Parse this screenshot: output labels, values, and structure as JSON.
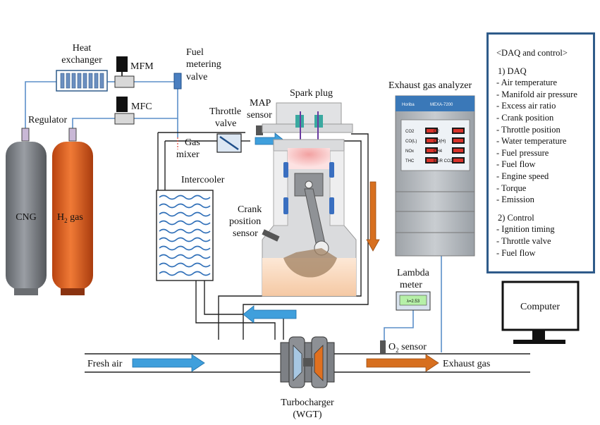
{
  "labels": {
    "heat_exchanger_line1": "Heat",
    "heat_exchanger_line2": "exchanger",
    "mfm": "MFM",
    "mfc": "MFC",
    "fuel_metering_line1": "Fuel",
    "fuel_metering_line2": "metering",
    "fuel_metering_line3": "valve",
    "regulator": "Regulator",
    "cng": "CNG",
    "h2_gas_main": "H",
    "h2_gas_sub": "2",
    "h2_gas_rest": " gas",
    "throttle_line1": "Throttle",
    "throttle_line2": "valve",
    "map_line1": "MAP",
    "map_line2": "sensor",
    "spark_plug": "Spark plug",
    "gas_mixer_line1": "Gas",
    "gas_mixer_line2": "mixer",
    "intercooler": "Intercooler",
    "crank_line1": "Crank",
    "crank_line2": "position",
    "crank_line3": "sensor",
    "exhaust_analyzer": "Exhaust gas analyzer",
    "lambda_line1": "Lambda",
    "lambda_line2": "meter",
    "lambda_display": "λ=2.53",
    "o2_main": "O",
    "o2_sub": "2",
    "o2_rest": " sensor",
    "fresh_air": "Fresh air",
    "exhaust_gas": "Exhaust gas",
    "turbo_line1": "Turbocharger",
    "turbo_line2": "(WGT)",
    "computer": "Computer"
  },
  "analyzer": {
    "brand": "Horiba",
    "model": "MEXA-7200",
    "readouts": [
      "CO2",
      "O2",
      "CO(L)",
      "CO(H)",
      "NOx",
      "CH4",
      "THC",
      "EGR CO2"
    ]
  },
  "daq_panel": {
    "title": "<DAQ and control>",
    "section1_title": "1) DAQ",
    "daq_items": [
      "- Air temperature",
      "- Manifold air pressure",
      "- Excess air ratio",
      "- Crank position",
      "- Throttle position",
      "- Water temperature",
      "- Fuel pressure",
      "- Fuel flow",
      "- Engine speed",
      "- Torque",
      "- Emission"
    ],
    "section2_title": "2) Control",
    "control_items": [
      "- Ignition timing",
      "- Throttle valve",
      "- Fuel flow"
    ]
  },
  "colors": {
    "pipe_blue": "#5b8fc9",
    "flow_blue": "#3f9fdc",
    "flow_orange": "#d76f1f",
    "h2_orange": "#e25b17",
    "cng_gray": "#7b7f85",
    "daq_border": "#2f5b8a"
  }
}
